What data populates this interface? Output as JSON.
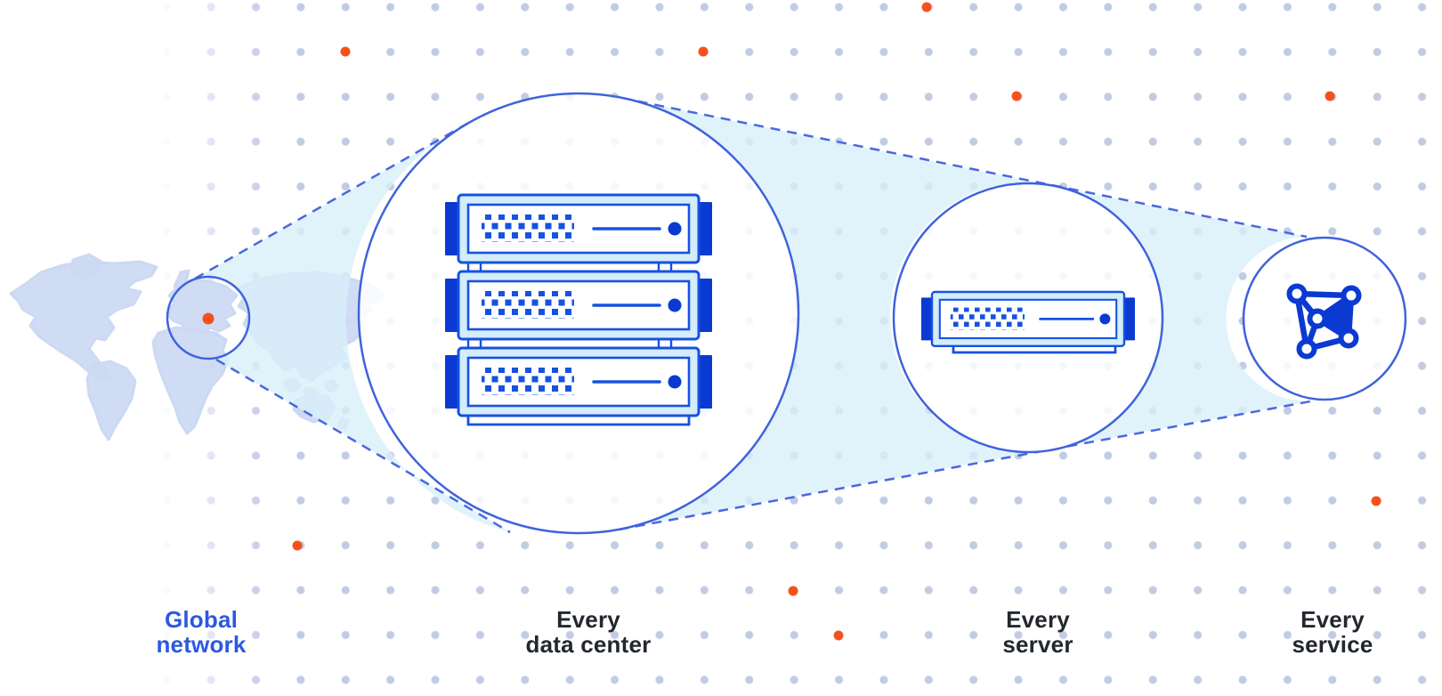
{
  "labels": {
    "global_network": {
      "line1": "Global",
      "line2": "network"
    },
    "every_data_center": {
      "line1": "Every",
      "line2": "data center"
    },
    "every_server": {
      "line1": "Every",
      "line2": "server"
    },
    "every_service": {
      "line1": "Every",
      "line2": "service"
    }
  },
  "colors": {
    "accent_blue": "#3f63db",
    "dash_blue": "#4a68de",
    "beam_fill": "#d9eff8",
    "map_fill": "#ccd9f3",
    "server_blue": "#1652e0",
    "server_dark_blue": "#0a3ad2",
    "server_light_blue": "#d5ecf9",
    "orange": "#f6511d",
    "grid_dot": "#c2cbe5",
    "label_dark": "#23272e",
    "label_blue": "#2b59e0"
  },
  "icons": {
    "rack": "server-rack-icon",
    "server": "server-icon",
    "mesh": "network-mesh-icon",
    "marker": "location-marker-dot"
  },
  "orange_dots": [
    [
      1041,
      8,
      5.5
    ],
    [
      388,
      58,
      5.5
    ],
    [
      790,
      58,
      5.5
    ],
    [
      1142,
      108,
      5.5
    ],
    [
      1494,
      108,
      5.5
    ],
    [
      1546,
      563,
      5.5
    ],
    [
      334,
      613,
      5.5
    ],
    [
      891,
      664,
      5.5
    ],
    [
      942,
      714,
      5.5
    ],
    [
      234,
      358,
      6.5
    ]
  ]
}
